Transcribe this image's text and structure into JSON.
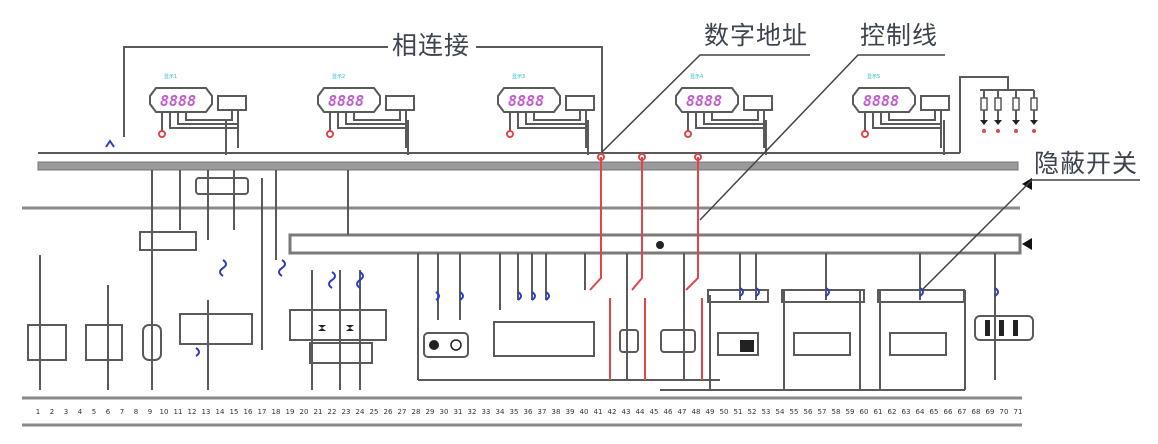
{
  "callouts": {
    "connected": "相连接",
    "digital_address": "数字地址",
    "control_line": "控制线",
    "hidden_switch": "隐蔽开关"
  },
  "displays": [
    {
      "label": "显示1",
      "digits": "8888"
    },
    {
      "label": "显示2",
      "digits": "8888"
    },
    {
      "label": "显示3",
      "digits": "8888"
    },
    {
      "label": "显示4",
      "digits": "8888"
    },
    {
      "label": "显示5",
      "digits": "8888"
    }
  ],
  "ruler": {
    "start": 1,
    "end": 71
  },
  "colors": {
    "wire": "#5a5a5a",
    "bus": "#8a8a8a",
    "control_wire": "#e0454a",
    "segment": "#c25bd0",
    "annotation": "#26b5c8",
    "coil": "#2e3fb8"
  }
}
